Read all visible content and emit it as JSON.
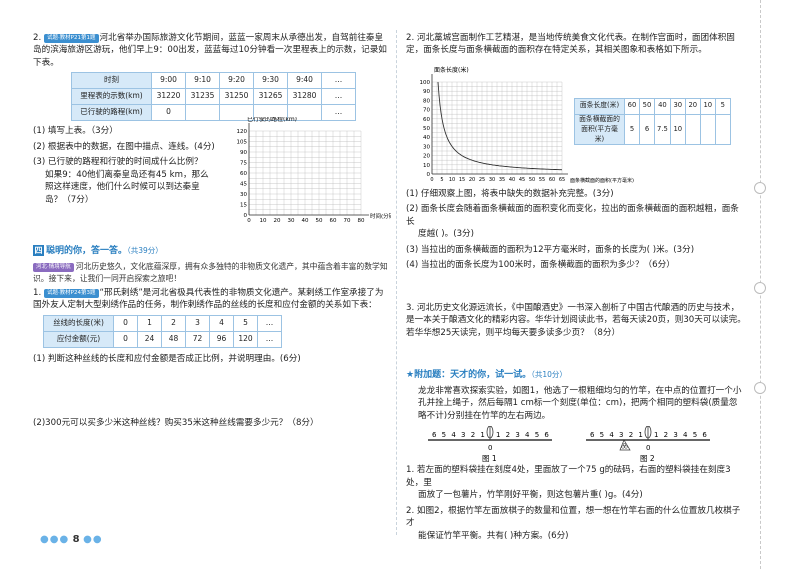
{
  "page_number": "8",
  "left": {
    "q2": {
      "tag": "试题·教材P21第1题",
      "text": "河北省举办国际旅游文化节期间，蓝蓝一家周末从承德出发，自驾前往秦皇岛的滨海旅游区游玩，他们早上9：00出发，蓝蓝每过10分钟看一次里程表上的示数，记录如下表。",
      "table": {
        "rows": [
          [
            "时刻",
            "9:00",
            "9:10",
            "9:20",
            "9:30",
            "9:40",
            "…"
          ],
          [
            "里程表的示数(km)",
            "31220",
            "31235",
            "31250",
            "31265",
            "31280",
            "…"
          ],
          [
            "已行驶的路程(km)",
            "0",
            "",
            "",
            "",
            "",
            "…"
          ]
        ]
      },
      "sub1": "(1) 填写上表。（3分）",
      "sub2": "(2) 根据表中的数据，在图中描点、连线。(4分)",
      "sub3a": "(3) 已行驶的路程和行驶的时间成什么比例？",
      "sub3b": "如果9：40他们离秦皇岛还有45 km，那么",
      "sub3c": "照这样速度，他们什么时候可以到达秦皇",
      "sub3d": "岛？（7分）",
      "chart": {
        "ylabel": "已行驶的路程(km)",
        "xlabel": "时间(分钟)",
        "yticks": [
          "0",
          "15",
          "30",
          "45",
          "60",
          "75",
          "90",
          "105",
          "120"
        ],
        "xticks": [
          "0",
          "10",
          "20",
          "30",
          "40",
          "50",
          "60",
          "70",
          "80"
        ]
      }
    },
    "section": {
      "num": "四",
      "title": "聪明的你，答一答。",
      "score": "（共39分）",
      "intro_tag": "新",
      "intro_sub": "河北·情境导航",
      "intro": "河北历史悠久，文化底蕴深厚，拥有众多独特的非物质文化遗产，其中蕴含着丰富的数学知识。接下来，让我们一同开启探索之旅吧！"
    },
    "q1": {
      "tag": "试题·教材P24第3题",
      "text": "“邢氏剌绣”是河北省极具代表性的非物质文化遗产。某剌绣工作室承接了为国外友人定制大型剌绣作品的任务，制作剌绣作品的丝线的长度和应付金额的关系如下表：",
      "table": {
        "rows": [
          [
            "丝线的长度(米)",
            "0",
            "1",
            "2",
            "3",
            "4",
            "5",
            "…"
          ],
          [
            "应付金额(元)",
            "0",
            "24",
            "48",
            "72",
            "96",
            "120",
            "…"
          ]
        ]
      },
      "sub1": "(1) 判断这种丝线的长度和应付金额是否成正比例，并说明理由。(6分)",
      "sub2": "(2)300元可以买多少米这种丝线？购买35米这种丝线需要多少元？（8分）"
    }
  },
  "right": {
    "q2": {
      "text": "2. 河北藁城宫面制作工艺精湛，是当地传统美食文化代表。在制作宫面时，面团体积固定，面条长度与面条横截面的面积存在特定关系，其相关图象和表格如下所示。",
      "chart": {
        "ylabel": "面条长度(米)",
        "xlabel": "面条横截面的面积(平方毫米)",
        "yticks": [
          "0",
          "10",
          "20",
          "30",
          "40",
          "50",
          "60",
          "70",
          "80",
          "90",
          "100"
        ],
        "xticks": [
          "0",
          "5",
          "10",
          "15",
          "20",
          "25",
          "30",
          "35",
          "40",
          "45",
          "50",
          "55",
          "60",
          "65"
        ]
      },
      "table": {
        "rows": [
          [
            "面条长度(米)",
            "60",
            "50",
            "40",
            "30",
            "20",
            "10",
            "5"
          ],
          [
            "面条横截面的面积(平方毫米)",
            "5",
            "6",
            "7.5",
            "10",
            "",
            "",
            ""
          ]
        ]
      },
      "sub1": "(1) 仔细观察上图，将表中缺失的数据补充完整。(3分)",
      "sub2a": "(2) 面条长度会随着面条横截面的面积变化而变化，拉出的面条横截面的面积越粗，面条长",
      "sub2b": "度越(      )。(3分)",
      "sub3": "(3) 当拉出的面条横截面的面积为12平方毫米时，面条的长度为(      )米。(3分)",
      "sub4": "(4) 当拉出的面条长度为100米时，面条横截面的面积为多少？（6分）"
    },
    "q3": {
      "text": "3. 河北历史文化源远流长，《中国酿酒史》一书深入剖析了中国古代酿酒的历史与技术，是一本关于酿酒文化的精彩内容。华华计划阅读此书，若每天读20页，则30天可以读完。若华华想25天读完，则平均每天要多读多少页？（8分）"
    },
    "bonus": {
      "title": "★附加题：天才的你，试一试。",
      "score": "（共10分）",
      "text": "龙龙非常喜欢探索实验，如图1，他选了一根粗细均匀的竹竿，在中点的位置打一个小孔并拴上绳子，然后每隔1 cm标一个刻度(单位：cm)，把两个相同的塑料袋(质量忽略不计)分别挂在竹竿的左右两边。",
      "fig1": "图 1",
      "fig2": "图 2",
      "scale": "6 5 4 3 2 1",
      "scale_r": "1 2 3 4 5 6",
      "zero": "0",
      "sub1a": "1. 若左面的塑料袋挂在刻度4处，里面放了一个75 g的砝码，右面的塑料袋挂在刻度3处，里",
      "sub1b": "面放了一包薯片，竹竿刚好平衡，则这包薯片重(      )g。(4分)",
      "sub2a": "2. 如图2，根据竹竿左面放棋子的数量和位置，想一想在竹竿右面的什么位置放几枚棋子才",
      "sub2b": "能保证竹竿平衡。共有(      )种方案。(6分)"
    }
  }
}
